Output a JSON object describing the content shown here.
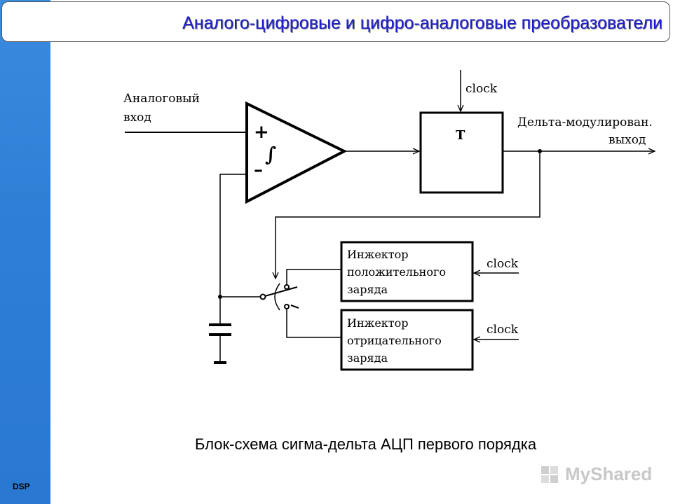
{
  "slide": {
    "title": "Аналого-цифровые и цифро-аналоговые преобразователи",
    "caption": "Блок-схема сигма-дельта АЦП первого порядка",
    "footer": "DSP",
    "watermark": "MyShared",
    "accent_color": "#2f7fd6",
    "title_color": "#1c1ccf"
  },
  "diagram": {
    "input_label_line1": "Аналоговый",
    "input_label_line2": "вход",
    "plus_sign": "+",
    "minus_sign": "–",
    "integrator_symbol": "∫",
    "flipflop_label": "T",
    "clock_top": "clock",
    "output_label_line1": "Дельта-модулирован.",
    "output_label_line2": "выход",
    "pos_injector_line1": "Инжектор",
    "pos_injector_line2": "положительного",
    "pos_injector_line3": "заряда",
    "neg_injector_line1": "Инжектор",
    "neg_injector_line2": "отрицательного",
    "neg_injector_line3": "заряда",
    "clock_pos": "clock",
    "clock_neg": "clock"
  }
}
